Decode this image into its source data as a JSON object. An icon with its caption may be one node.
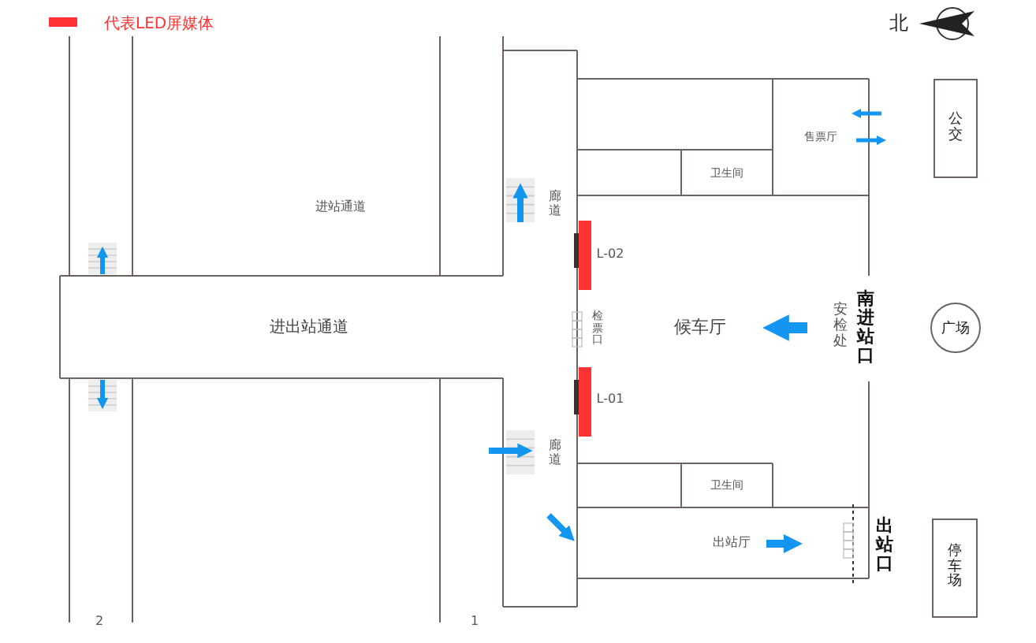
{
  "diagram": {
    "nodes": [
      {
        "text": [
          "售票厅"
        ]
      },
      {
        "text": [
          "卫生间"
        ]
      },
      {
        "text": [
          "公交"
        ]
      },
      {
        "text": [
          "广场"
        ]
      },
      {
        "text": [
          "卫生间"
        ]
      },
      {
        "text": [
          "停车场"
        ]
      }
    ],
    "labels": [
      "北",
      "进站通道",
      "廊道",
      "L-02",
      "进出站通道",
      "检票口",
      "候车厅",
      "安检处",
      "南进站口",
      "L-01",
      "廊道",
      "出站厅",
      "出站口",
      "2",
      "1"
    ],
    "legend": [
      {
        "text": "代表LED屏媒体",
        "color": "#ff3333"
      }
    ]
  }
}
